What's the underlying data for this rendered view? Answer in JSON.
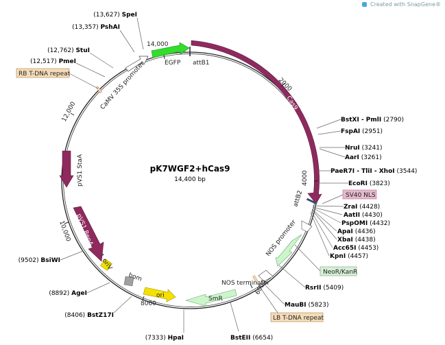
{
  "watermark": "Created with SnapGene®",
  "plasmid": {
    "name": "pK7WGF2+hCas9",
    "size": "14,400 bp"
  },
  "ticks": [
    "2000",
    "4000",
    "6000",
    "8000",
    "10,000",
    "12,000",
    "14,000"
  ],
  "enzymes_right": [
    {
      "name": "BstXI - PmlI",
      "pos": "(2790)"
    },
    {
      "name": "FspAI",
      "pos": "(2951)"
    },
    {
      "name": "NruI",
      "pos": "(3241)"
    },
    {
      "name": "AarI",
      "pos": "(3261)"
    },
    {
      "name": "PaeR7I - TliI - XhoI",
      "pos": "(3544)"
    },
    {
      "name": "EcoRI",
      "pos": "(3823)"
    },
    {
      "name": "ZraI",
      "pos": "(4428)"
    },
    {
      "name": "AatII",
      "pos": "(4430)"
    },
    {
      "name": "PspOMI",
      "pos": "(4432)"
    },
    {
      "name": "ApaI",
      "pos": "(4436)"
    },
    {
      "name": "XbaI",
      "pos": "(4438)"
    },
    {
      "name": "Acc65I",
      "pos": "(4453)"
    },
    {
      "name": "KpnI",
      "pos": "(4457)"
    },
    {
      "name": "RsrII",
      "pos": "(5409)"
    },
    {
      "name": "MauBI",
      "pos": "(5823)"
    },
    {
      "name": "BstEII",
      "pos": "(6654)"
    }
  ],
  "enzymes_left": [
    {
      "name": "SpeI",
      "pos": "(13,627)"
    },
    {
      "name": "PshAI",
      "pos": "(13,357)"
    },
    {
      "name": "StuI",
      "pos": "(12,762)"
    },
    {
      "name": "PmeI",
      "pos": "(12,517)"
    },
    {
      "name": "BsiWI",
      "pos": "(9502)"
    },
    {
      "name": "AgeI",
      "pos": "(8892)"
    },
    {
      "name": "BstZ17I",
      "pos": "(8406)"
    },
    {
      "name": "HpaI",
      "pos": "(7333)"
    }
  ],
  "features": {
    "attB1": "attB1",
    "egfp": "EGFP",
    "cas9": "Cas9",
    "attB2": "attB2",
    "sv40": "SV40 NLS",
    "nos_promoter": "NOS promoter",
    "neo": "NeoR/KanR",
    "nos_terminator": "NOS terminator",
    "lb_repeat": "LB T-DNA repeat",
    "smr": "SmR",
    "ori": "ori",
    "bom": "bom",
    "pvs1_oriv": "pVS1 oriV",
    "pvs1_repa": "pVS1 RepA",
    "pvs1_staa": "pVS1 StaA",
    "camv": "CaMV 35S promoter",
    "rb_repeat": "RB T-DNA repeat"
  },
  "colors": {
    "cas9": "#8e2a5e",
    "egfp": "#33dd2b",
    "promoter_fill": "#ffffff",
    "nos_promoter": "#ccf5cc",
    "smr": "#ccf5cc",
    "ori": "#f5e000",
    "bom": "#a0a0a0",
    "repeat_box": "#f5dcb8",
    "sv40_box": "#e6b8cc",
    "neo_box": "#d8efd8"
  }
}
